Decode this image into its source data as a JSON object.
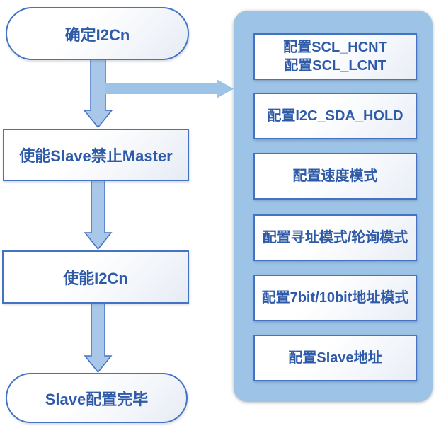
{
  "diagram": {
    "flow": {
      "start": {
        "label": "确定I2Cn"
      },
      "steps": [
        {
          "label": "使能Slave禁止Master"
        },
        {
          "label": "使能I2Cn"
        }
      ],
      "end": {
        "label": "Slave配置完毕"
      }
    },
    "panel": {
      "items": [
        {
          "line1": "配置SCL_HCNT",
          "line2": "配置SCL_LCNT"
        },
        {
          "text": "配置I2C_SDA_HOLD"
        },
        {
          "text": "配置速度模式"
        },
        {
          "text": "配置寻址模式/轮询模式"
        },
        {
          "text": "配置7bit/10bit地址模式"
        },
        {
          "text": "配置Slave地址"
        }
      ]
    },
    "colors": {
      "node_border": "#4472C4",
      "node_text": "#2E5AA8",
      "node_fill_gradient_start": "#FFFFFF",
      "node_fill_gradient_end": "#E6EBF4",
      "panel_fill": "#9DC3E6",
      "vertical_arrow_fill": "#A9C7E8",
      "vertical_arrow_outline": "#4472C4",
      "horizontal_arrow_fill": "#9DC3E6"
    }
  }
}
